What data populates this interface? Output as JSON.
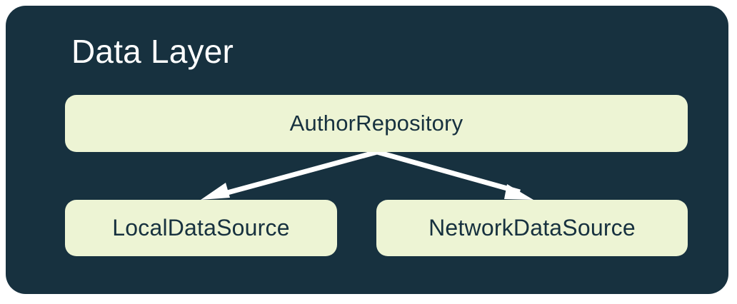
{
  "diagram": {
    "title": "Data Layer",
    "panel_color": "#17313F",
    "node_color": "#EDF4D4",
    "node_text_color": "#17313F",
    "title_color": "#FFFFFF",
    "edge_color": "#FFFFFF",
    "canvas_background": "#FFFFFF",
    "nodes": [
      {
        "id": "repository",
        "label": "AuthorRepository"
      },
      {
        "id": "local",
        "label": "LocalDataSource"
      },
      {
        "id": "network",
        "label": "NetworkDataSource"
      }
    ],
    "edges": [
      {
        "from": "repository",
        "to": "local",
        "arrowhead": "filled-triangle"
      },
      {
        "from": "repository",
        "to": "network",
        "arrowhead": "filled-triangle"
      }
    ]
  }
}
